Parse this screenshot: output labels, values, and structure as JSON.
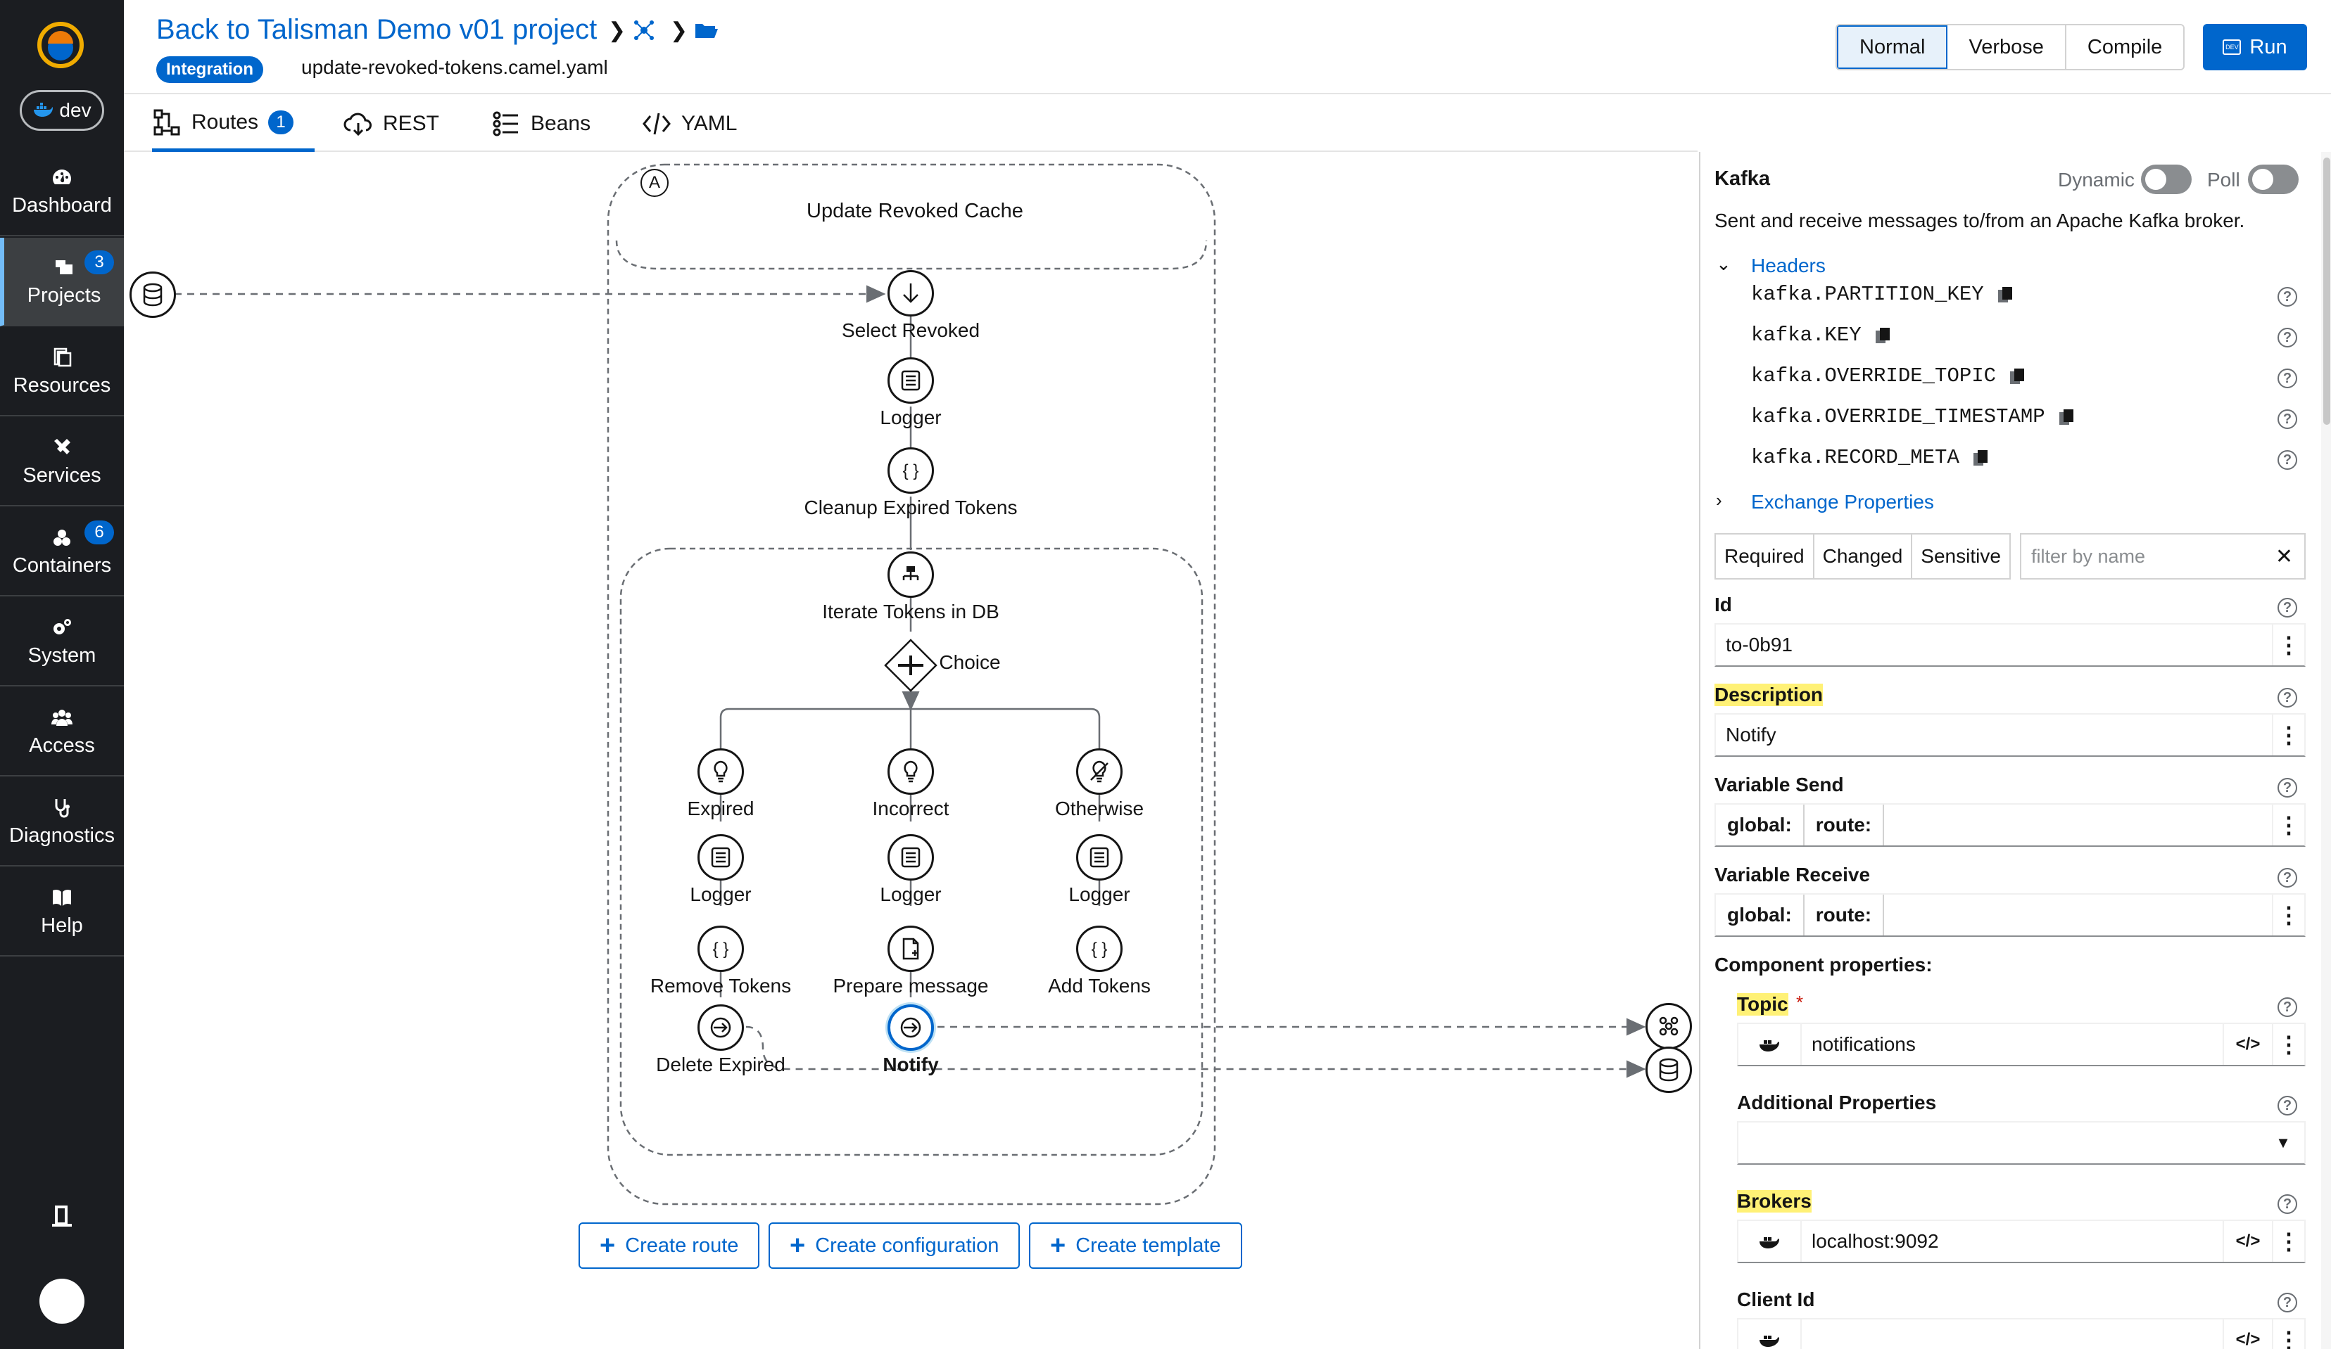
{
  "nav": {
    "env_label": "dev",
    "items": [
      {
        "label": "Dashboard",
        "icon": "dashboard-icon",
        "badge": ""
      },
      {
        "label": "Projects",
        "icon": "projects-icon",
        "badge": "3"
      },
      {
        "label": "Resources",
        "icon": "resources-icon",
        "badge": ""
      },
      {
        "label": "Services",
        "icon": "services-icon",
        "badge": ""
      },
      {
        "label": "Containers",
        "icon": "containers-icon",
        "badge": "6"
      },
      {
        "label": "System",
        "icon": "system-icon",
        "badge": ""
      },
      {
        "label": "Access",
        "icon": "access-icon",
        "badge": ""
      },
      {
        "label": "Diagnostics",
        "icon": "diagnostics-icon",
        "badge": ""
      },
      {
        "label": "Help",
        "icon": "help-book-icon",
        "badge": ""
      }
    ],
    "active": "Projects"
  },
  "header": {
    "back_link": "Back to Talisman Demo v01 project",
    "type_badge": "Integration",
    "file_name": "update-revoked-tokens.camel.yaml",
    "modes": [
      "Normal",
      "Verbose",
      "Compile"
    ],
    "active_mode": "Normal",
    "run_label": "Run",
    "run_badge": "DEV"
  },
  "tabs": [
    {
      "label": "Routes",
      "badge": "1",
      "icon": "routes-icon"
    },
    {
      "label": "REST",
      "badge": "",
      "icon": "rest-cloud-icon"
    },
    {
      "label": "Beans",
      "badge": "",
      "icon": "beans-icon"
    },
    {
      "label": "YAML",
      "badge": "",
      "icon": "code-icon"
    }
  ],
  "canvas": {
    "route_marker": "A",
    "route_title": "Update Revoked Cache",
    "nodes": {
      "select_revoked": "Select Revoked",
      "logger_1": "Logger",
      "cleanup": "Cleanup Expired Tokens",
      "iterate": "Iterate Tokens in DB",
      "choice": "Choice",
      "expired": "Expired",
      "incorrect": "Incorrect",
      "otherwise": "Otherwise",
      "logger_2": "Logger",
      "logger_3": "Logger",
      "logger_4": "Logger",
      "remove_tokens": "Remove Tokens",
      "prepare_message": "Prepare message",
      "add_tokens": "Add Tokens",
      "delete_expired": "Delete Expired",
      "notify": "Notify"
    },
    "buttons": {
      "create_route": "Create route",
      "create_configuration": "Create configuration",
      "create_template": "Create template"
    }
  },
  "panel": {
    "title": "Kafka",
    "dynamic_label": "Dynamic",
    "poll_label": "Poll",
    "description": "Sent and receive messages to/from an Apache Kafka broker.",
    "headers_label": "Headers",
    "headers": [
      "kafka.PARTITION_KEY",
      "kafka.KEY",
      "kafka.OVERRIDE_TOPIC",
      "kafka.OVERRIDE_TIMESTAMP",
      "kafka.RECORD_META"
    ],
    "exchange_label": "Exchange Properties",
    "filters": [
      "Required",
      "Changed",
      "Sensitive"
    ],
    "filter_placeholder": "filter by name",
    "id_label": "Id",
    "id_value": "to-0b91",
    "description_label": "Description",
    "description_value": "Notify",
    "variable_send_label": "Variable Send",
    "variable_receive_label": "Variable Receive",
    "global_label": "global:",
    "route_label": "route:",
    "component_props_label": "Component properties:",
    "topic_label": "Topic",
    "topic_required": "*",
    "topic_value": "notifications",
    "additional_label": "Additional Properties",
    "brokers_label": "Brokers",
    "brokers_value": "localhost:9092",
    "client_id_label": "Client Id",
    "code_toggle": "</>"
  },
  "colors": {
    "accent": "#0066cc",
    "nav_bg": "#1b1d21",
    "highlight": "#fff176"
  }
}
